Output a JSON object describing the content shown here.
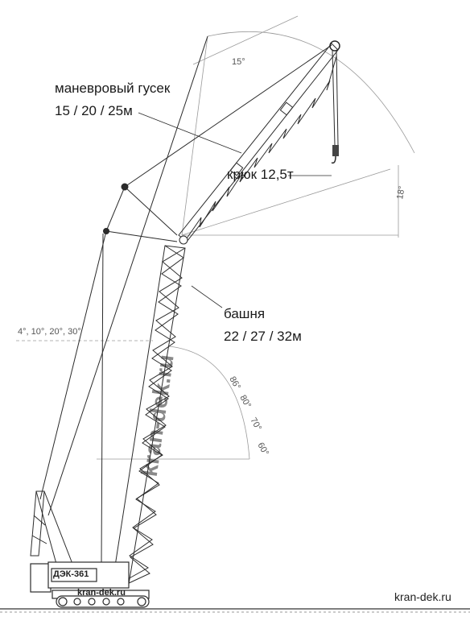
{
  "labels": {
    "jib_title": "маневровый гусек",
    "jib_lengths": "15 / 20 / 25м",
    "hook": "крюк 12,5т",
    "tower_title": "башня",
    "tower_lengths": "22 / 27 / 32м"
  },
  "angles": {
    "jib_offset": "15°",
    "jib_lower": "18°",
    "mast_tilt": "4°, 10°, 20°, 30°",
    "tower_angles": [
      "86°",
      "80°",
      "70°",
      "60°"
    ]
  },
  "machine": {
    "model": "ДЭК-361"
  },
  "watermarks": {
    "vertical": "kran-dek.ru",
    "cab": "kran-dek.ru",
    "corner": "kran-dek.ru"
  },
  "colors": {
    "line": "#2b2b2b",
    "guide": "#9a9a9a",
    "ground": "#555555"
  }
}
